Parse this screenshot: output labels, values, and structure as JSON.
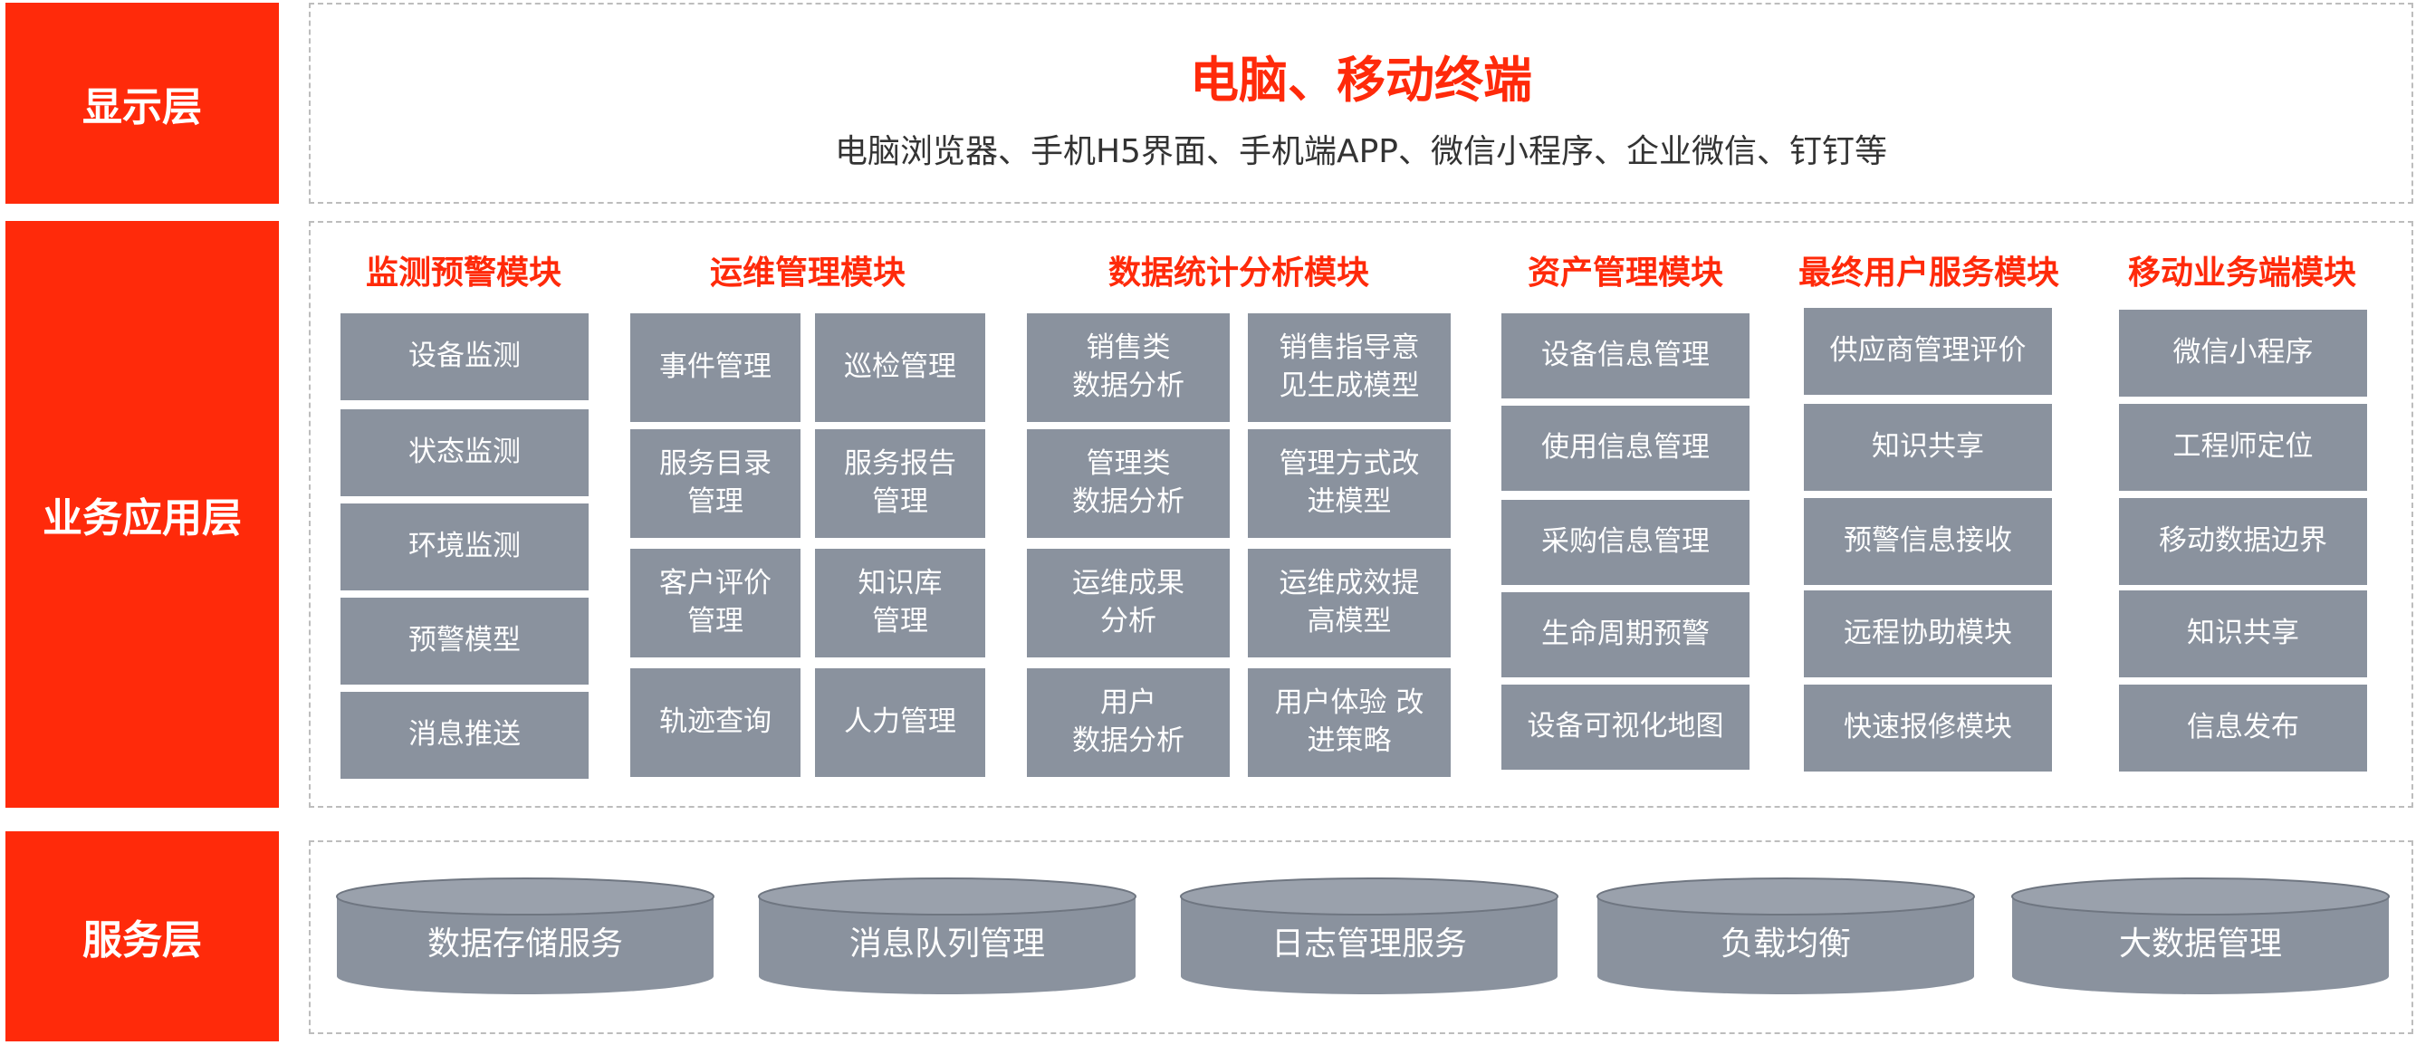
{
  "layers": {
    "display": "显示层",
    "business": "业务应用层",
    "service": "服务层"
  },
  "display_layer": {
    "title": "电脑、移动终端",
    "subtitle": "电脑浏览器、手机H5界面、手机端APP、微信小程序、企业微信、钉钉等"
  },
  "modules": [
    {
      "title": "监测预警模块",
      "items": [
        "设备监测",
        "状态监测",
        "环境监测",
        "预警模型",
        "消息推送"
      ]
    },
    {
      "title": "运维管理模块",
      "items": [
        "事件管理",
        "巡检管理",
        "服务目录\n管理",
        "服务报告\n管理",
        "客户评价\n管理",
        "知识库\n管理",
        "轨迹查询",
        "人力管理"
      ]
    },
    {
      "title": "数据统计分析模块",
      "items": [
        "销售类\n数据分析",
        "销售指导意\n见生成模型",
        "管理类\n数据分析",
        "管理方式改\n进模型",
        "运维成果\n分析",
        "运维成效提\n高模型",
        "用户\n数据分析",
        "用户体验 改\n进策略"
      ]
    },
    {
      "title": "资产管理模块",
      "items": [
        "设备信息管理",
        "使用信息管理",
        "采购信息管理",
        "生命周期预警",
        "设备可视化地图"
      ]
    },
    {
      "title": "最终用户服务模块",
      "items": [
        "供应商管理评价",
        "知识共享",
        "预警信息接收",
        "远程协助模块",
        "快速报修模块"
      ]
    },
    {
      "title": "移动业务端模块",
      "items": [
        "微信小程序",
        "工程师定位",
        "移动数据边界",
        "知识共享",
        "信息发布"
      ]
    }
  ],
  "services": [
    "数据存储服务",
    "消息队列管理",
    "日志管理服务",
    "负载均衡",
    "大数据管理"
  ],
  "colors": {
    "accent": "#ff2a0a",
    "box": "#8a929e",
    "cylinder_top": "#9aa1ac",
    "border": "#bdbdbd"
  }
}
